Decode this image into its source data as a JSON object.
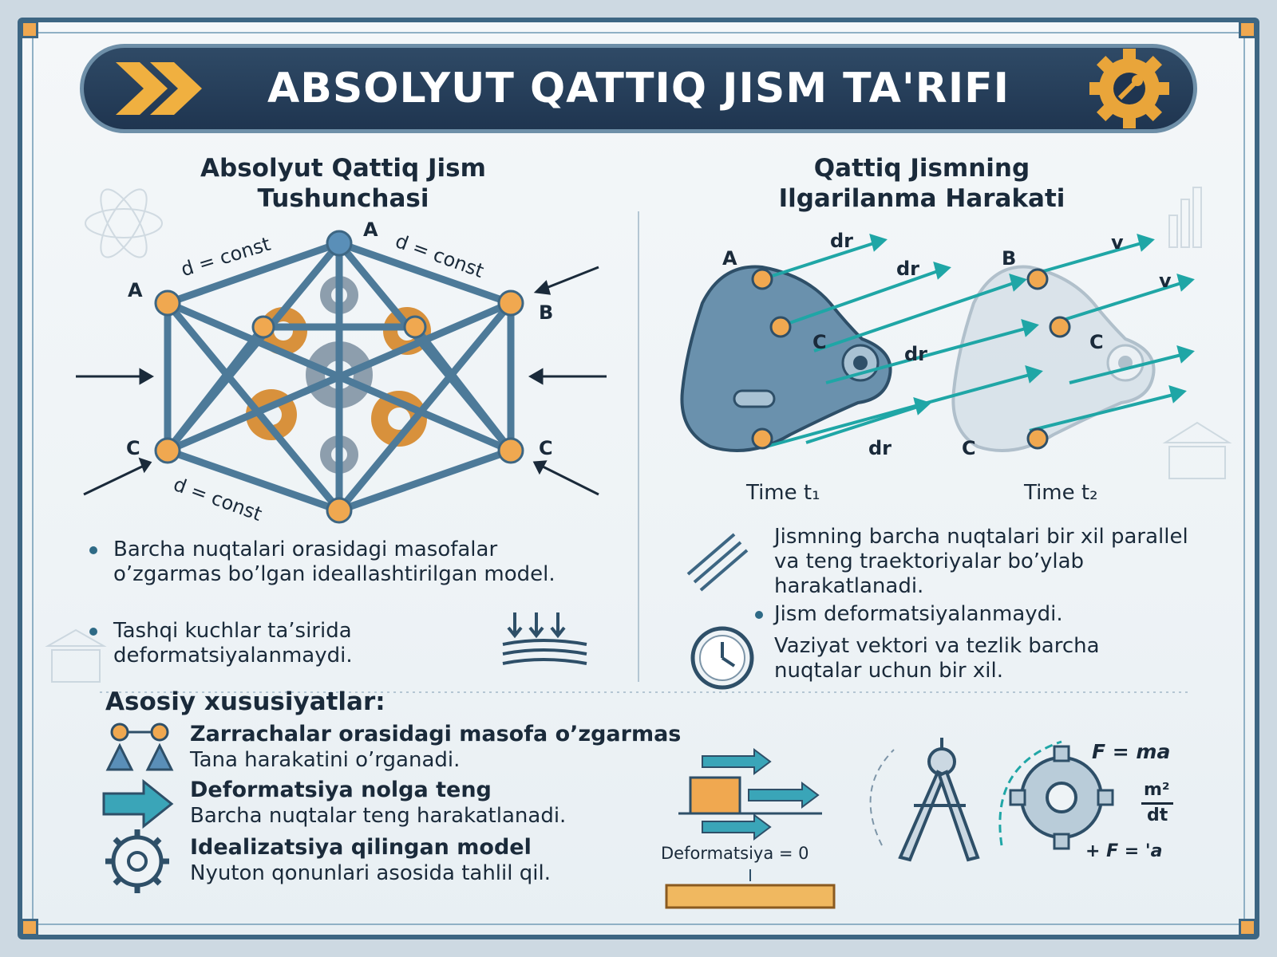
{
  "title": "ABSOLYUT QATTIQ JISM TA'RIFI",
  "left_panel": {
    "title_line1": "Absolyut Qattiq Jism",
    "title_line2": "Tushunchasi",
    "labels": {
      "a_top": "A",
      "a_left": "A",
      "b": "B",
      "c_left": "C",
      "c_right": "C"
    },
    "d_const": "d = const",
    "bullets": [
      "Barcha nuqtalari orasidagi masofalar o’zgarmas bo’lgan ideallashtirilgan model.",
      "Tashqi kuchlar ta’sirida deformatsiyalanmaydi."
    ]
  },
  "right_panel": {
    "title_line1": "Qattiq Jismning",
    "title_line2": "Ilgarilanma Harakati",
    "labels": {
      "a": "A",
      "b": "B",
      "c1": "C",
      "c2": "C",
      "c3": "C"
    },
    "dr": "dr",
    "v": "v",
    "time1": "Time t₁",
    "time2": "Time t₂",
    "texts": [
      "Jismning barcha nuqtalari bir xil parallel va teng traektoriyalar bo’ylab harakatlanadi.",
      "Jism deformatsiyalanmaydi.",
      "Vaziyat vektori va tezlik barcha nuqtalar uchun bir xil."
    ]
  },
  "features": {
    "heading": "Asosiy xususiyatlar:",
    "items": [
      {
        "title": "Zarrachalar orasidagi masofa o’zgarmas",
        "desc": "Tana harakatini o’rganadi."
      },
      {
        "title": "Deformatsiya nolga teng",
        "desc": "Barcha nuqtalar teng harakatlanadi."
      },
      {
        "title": "Idealizatsiya qilingan model",
        "desc": "Nyuton qonunlari asosida tahlil qil."
      }
    ],
    "deformation_label": "Deformatsiya = 0",
    "formulas": {
      "f1": "F = ma",
      "f2_num": "m²",
      "f2_den": "dt",
      "f3": "+ F = 'a"
    }
  },
  "colors": {
    "frame": "#3d6683",
    "title_bg": "#1f3550",
    "accent_orange": "#f0a850",
    "teal": "#1fa6a6",
    "steel": "#4d7a99"
  }
}
